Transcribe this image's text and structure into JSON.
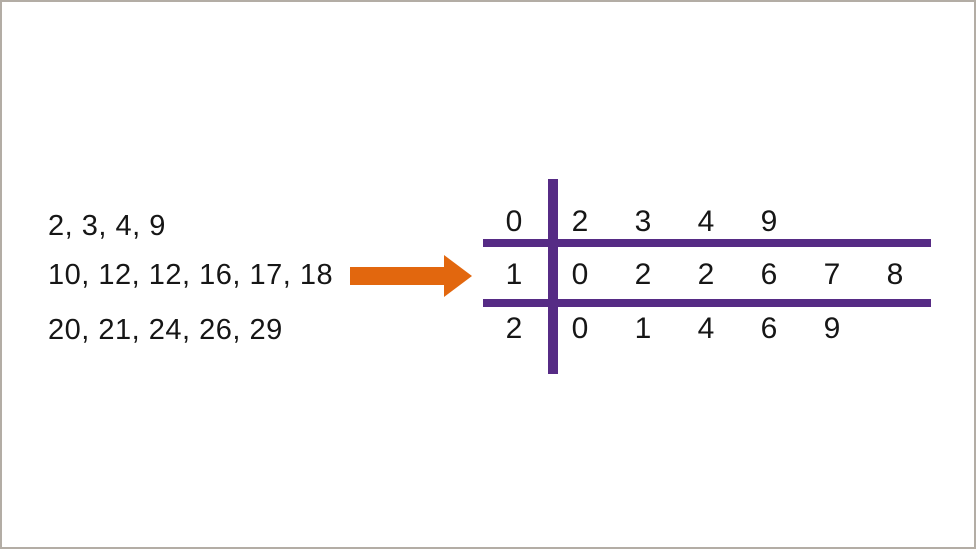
{
  "colors": {
    "purple": "#562B85",
    "orange": "#E2670E",
    "frame_border": "#B3ADA5",
    "text": "#161616",
    "background": "#FFFFFF"
  },
  "raw_data": {
    "lines": [
      "2, 3, 4, 9",
      "10, 12, 12, 16, 17, 18",
      "20, 21, 24, 26, 29"
    ]
  },
  "arrow": {
    "icon": "right-arrow"
  },
  "chart_data": {
    "type": "table",
    "subtype": "stem-and-leaf",
    "title": "",
    "rows": [
      {
        "stem": "0",
        "leaves": [
          "2",
          "3",
          "4",
          "9"
        ]
      },
      {
        "stem": "1",
        "leaves": [
          "0",
          "2",
          "2",
          "6",
          "7",
          "8"
        ]
      },
      {
        "stem": "2",
        "leaves": [
          "0",
          "1",
          "4",
          "6",
          "9"
        ]
      }
    ],
    "values_represented": [
      2,
      3,
      4,
      9,
      10,
      12,
      12,
      16,
      17,
      18,
      20,
      21,
      24,
      26,
      29
    ],
    "layout": {
      "grid": false,
      "legend": "none"
    }
  }
}
